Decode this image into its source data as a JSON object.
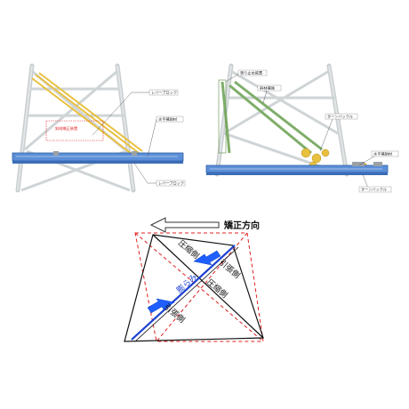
{
  "left_figure": {
    "labels": {
      "lever_block_upper": "レバーブロック",
      "lever_block_lower": "レバーブロック",
      "horizontal_support": "水平補助材",
      "correction_device": "斜材矯正装置"
    }
  },
  "right_figure": {
    "labels": {
      "slip_prevention": "滑り止め装置",
      "correction_member": "斜材補強",
      "turnbuckle_upper": "ターンバックル",
      "horizontal_support": "水平補助材",
      "turnbuckle_lower": "ターンバックル"
    }
  },
  "diagram": {
    "direction_label": "矯正方向",
    "compression_side_upper": "圧縮側",
    "tension_side_upper": "引張側",
    "bulge": "膨らみ",
    "compression_side_lower": "圧縮側",
    "tension_side_lower": "引張側"
  },
  "colors": {
    "frame": "#111111",
    "dashed_red": "#e02020",
    "member_blue": "#1a3fd0",
    "arrow_blue": "#1f5fff",
    "tower_steel": "#cfd4d6",
    "beam_blue": "#5c8fd8",
    "yellow_device": "#e8c040",
    "green_device": "#7fae6a"
  }
}
